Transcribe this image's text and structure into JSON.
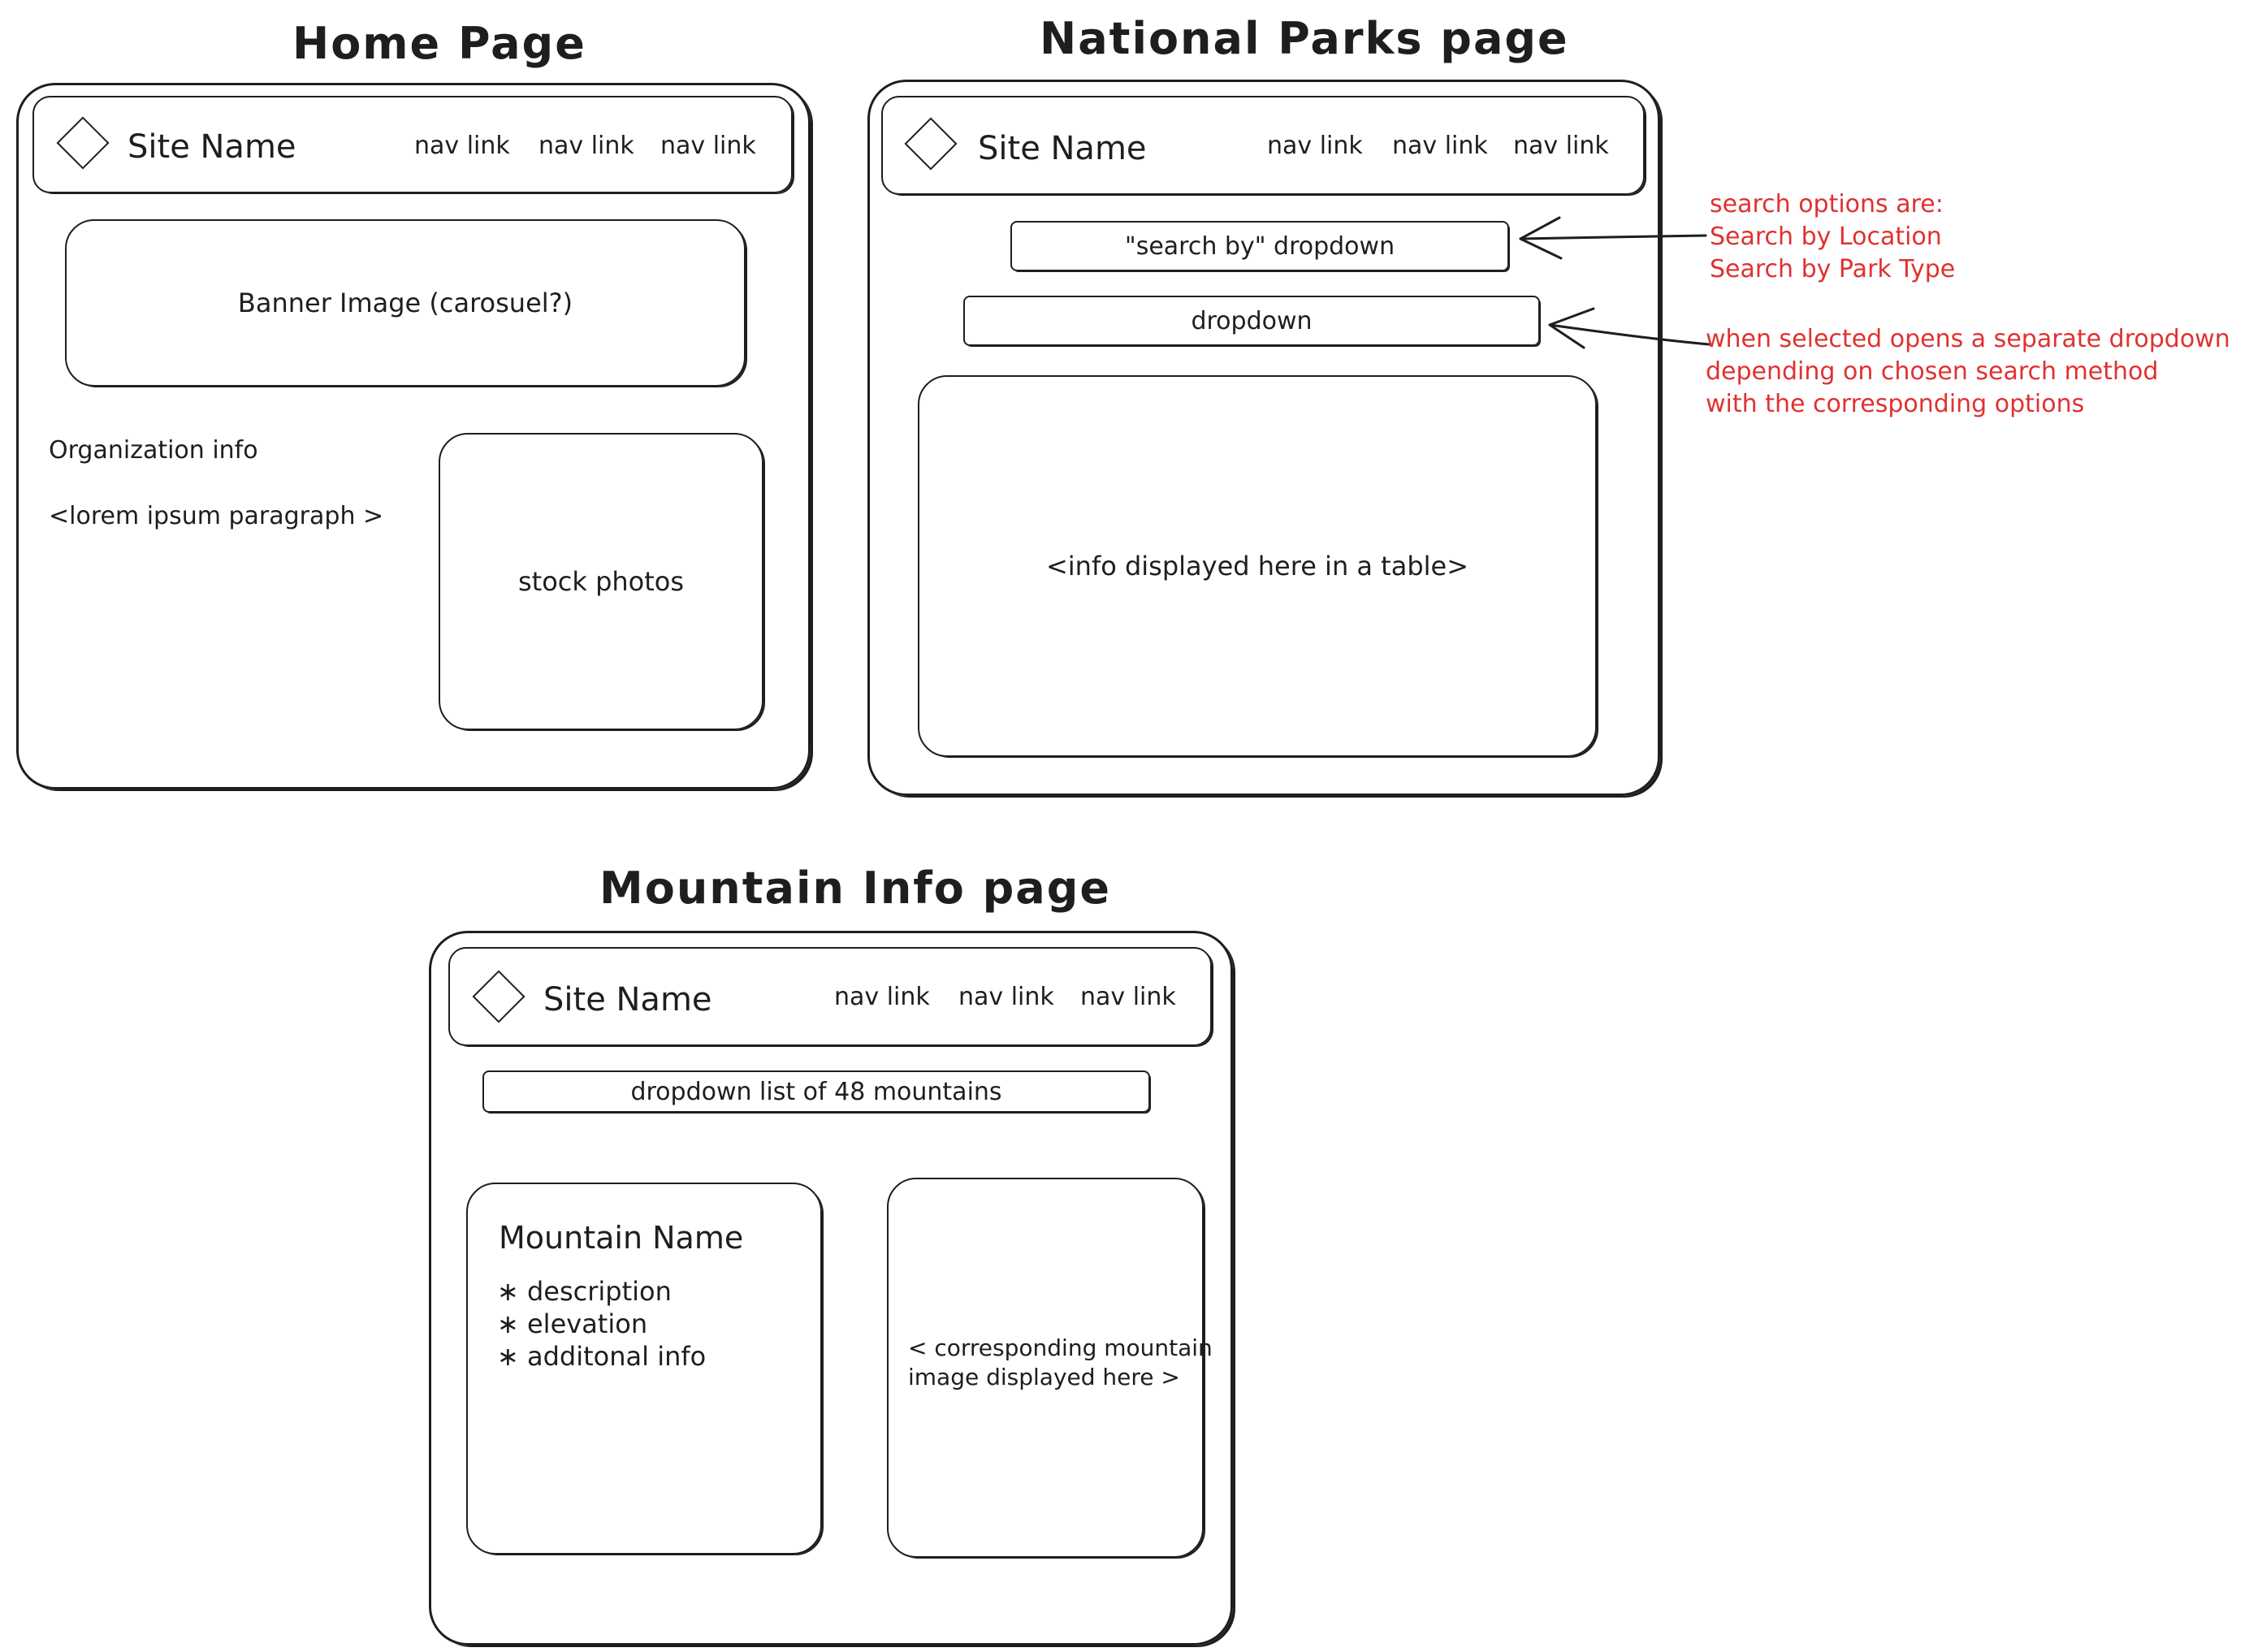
{
  "home": {
    "title": "Home Page",
    "site_name": "Site Name",
    "nav_links": [
      "nav link",
      "nav link",
      "nav link"
    ],
    "banner": "Banner Image (carosuel?)",
    "org_info_heading": "Organization info",
    "org_info_body": "<lorem ipsum paragraph >",
    "stock_photos": "stock photos"
  },
  "parks": {
    "title": "National Parks page",
    "site_name": "Site Name",
    "nav_links": [
      "nav link",
      "nav link",
      "nav link"
    ],
    "search_by_dropdown": "\"search by\" dropdown",
    "dropdown": "dropdown",
    "table_placeholder": "<info displayed here in a table>",
    "annotation_search": [
      "search options are:",
      "Search by Location",
      "Search by Park Type"
    ],
    "annotation_dropdown": [
      "when selected opens a separate dropdown",
      "depending on chosen search method",
      "with the corresponding options"
    ],
    "annotation_color": "#e03131"
  },
  "mountain": {
    "title": "Mountain Info page",
    "site_name": "Site Name",
    "nav_links": [
      "nav link",
      "nav link",
      "nav link"
    ],
    "dropdown": "dropdown list of 48 mountains",
    "mountain_name": "Mountain Name",
    "details": [
      "description",
      "elevation",
      "additonal info"
    ],
    "image_placeholder_lines": [
      "< corresponding mountain",
      "image displayed here >"
    ]
  },
  "stroke_color": "#1e1e1e",
  "logo_icon": "diamond-logo-icon"
}
